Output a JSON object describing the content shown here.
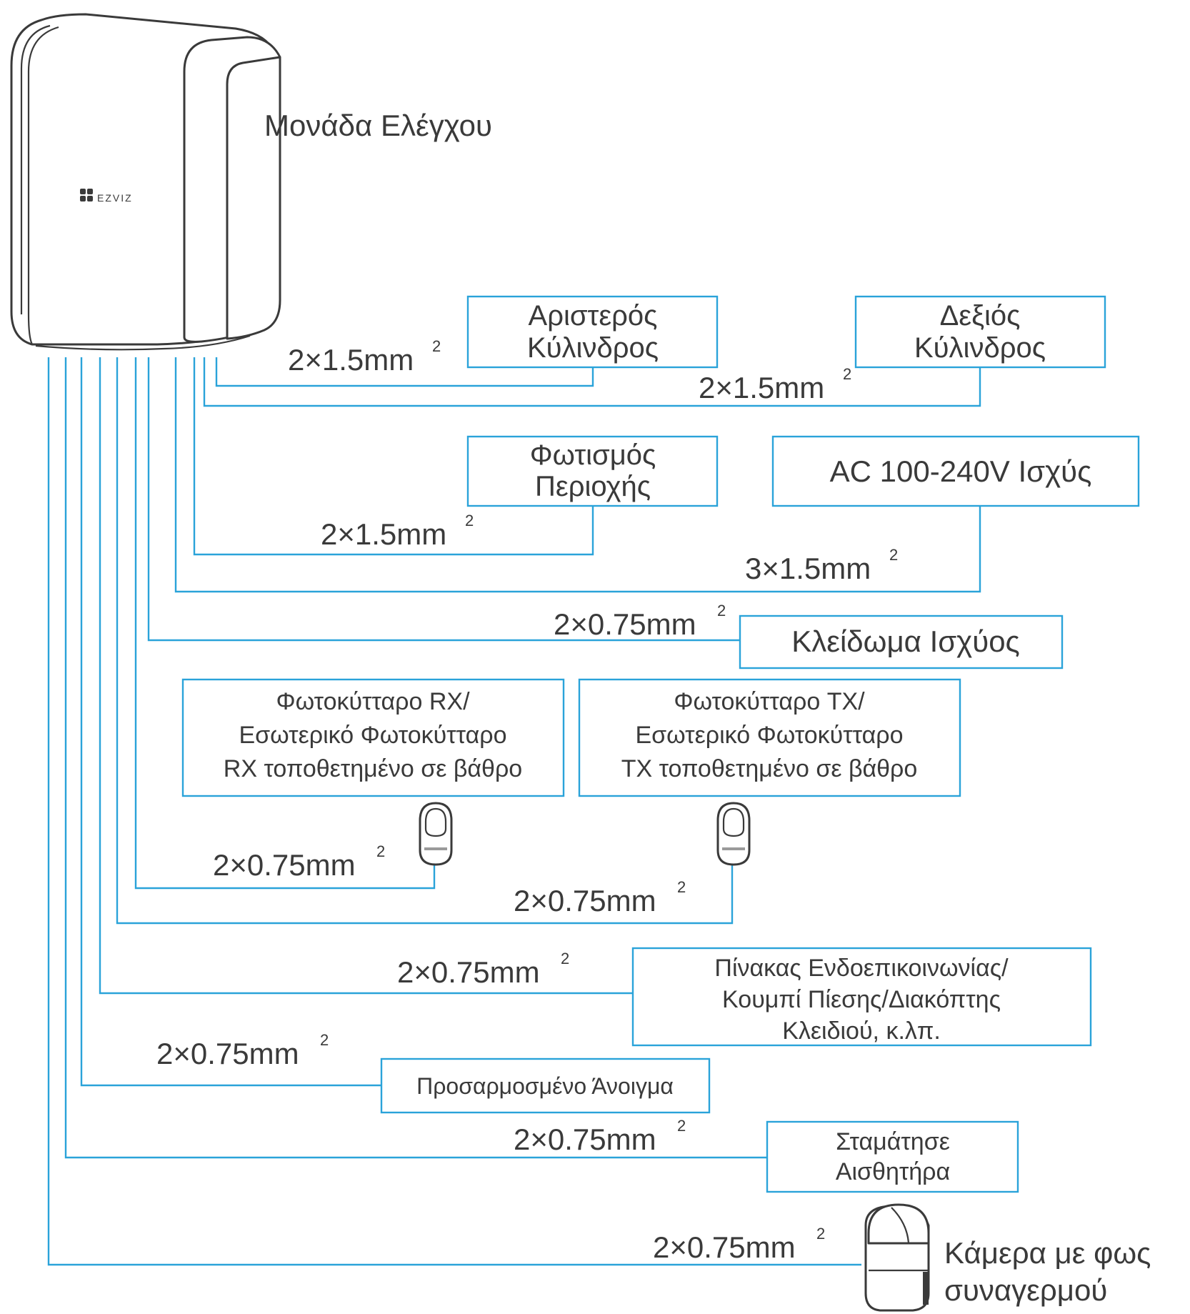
{
  "controller": {
    "title": "Μονάδα Ελέγχου",
    "brand": "EZVIZ"
  },
  "devices": {
    "left_cylinder": {
      "lines": [
        "Αριστερός",
        "Κύλινδρος"
      ],
      "cable": "2×1.5mm",
      "sup": "2"
    },
    "right_cylinder": {
      "lines": [
        "Δεξιός",
        "Κύλινδρος"
      ],
      "cable": "2×1.5mm",
      "sup": "2"
    },
    "area_lighting": {
      "lines": [
        "Φωτισμός",
        "Περιοχής"
      ],
      "cable": "2×1.5mm",
      "sup": "2"
    },
    "ac_power": {
      "lines": [
        "AC 100-240V Ισχύς"
      ],
      "cable": "3×1.5mm",
      "sup": "2"
    },
    "power_lock": {
      "lines": [
        "Κλείδωμα Ισχύος"
      ],
      "cable": "2×0.75mm",
      "sup": "2"
    },
    "photocell_rx": {
      "lines": [
        "Φωτοκύτταρο RX/",
        "Εσωτερικό Φωτοκύτταρο",
        "RX τοποθετημένο σε βάθρο"
      ],
      "cable": "2×0.75mm",
      "sup": "2"
    },
    "photocell_tx": {
      "lines": [
        "Φωτοκύτταρο TX/",
        "Εσωτερικό Φωτοκύτταρο",
        "TX τοποθετημένο σε βάθρο"
      ],
      "cable": "2×0.75mm",
      "sup": "2"
    },
    "intercom": {
      "lines": [
        "Πίνακας Ενδοεπικοινωνίας/",
        "Κουμπί Πίεσης/Διακόπτης",
        "Κλειδιού, κ.λπ."
      ],
      "cable": "2×0.75mm",
      "sup": "2"
    },
    "custom_opening": {
      "lines": [
        "Προσαρμοσμένο Άνοιγμα"
      ],
      "cable": "2×0.75mm",
      "sup": "2"
    },
    "stop_sensor": {
      "lines": [
        "Σταμάτησε",
        "Αισθητήρα"
      ],
      "cable": "2×0.75mm",
      "sup": "2"
    },
    "alarm_camera": {
      "lines": [
        "Κάμερα με φως",
        "συναγερμού"
      ],
      "cable": "2×0.75mm",
      "sup": "2"
    }
  },
  "colors": {
    "wire": "#2aa3d9",
    "text": "#3a3a3a",
    "outline": "#3a3a3a"
  }
}
